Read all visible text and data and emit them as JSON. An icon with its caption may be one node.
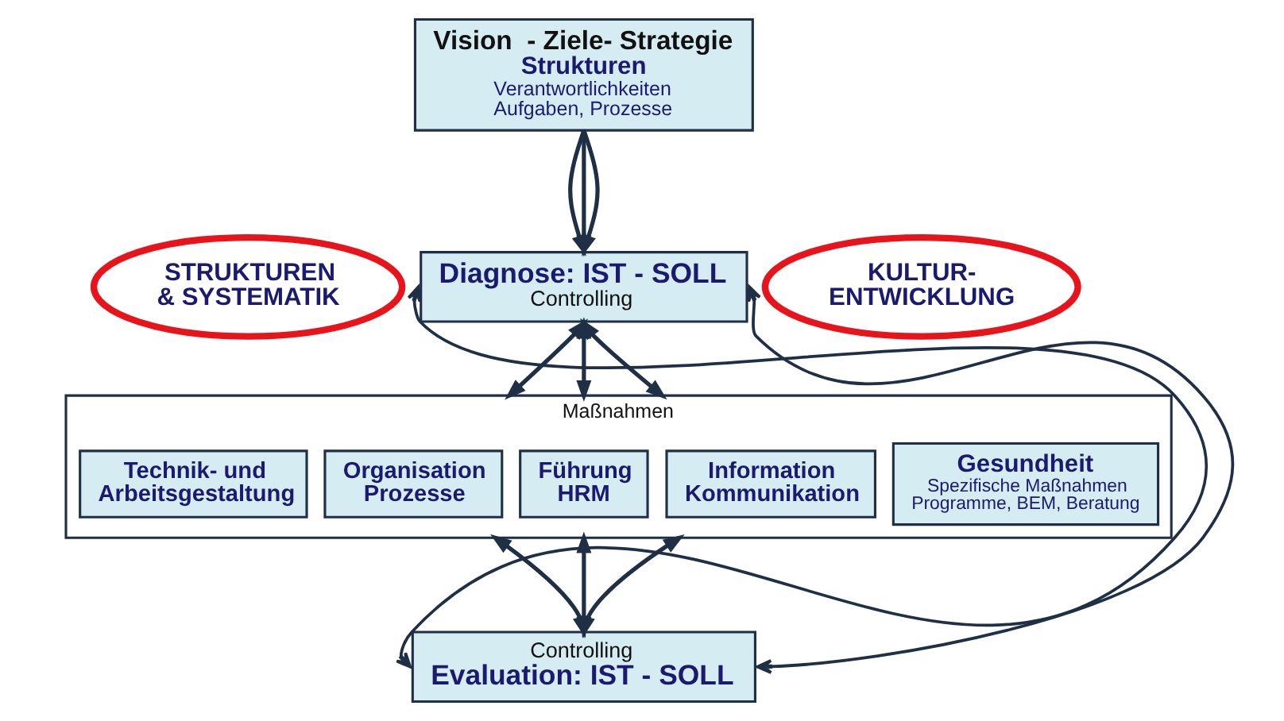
{
  "diagram": {
    "nodes": [
      {
        "text": [
          "Vision  - Ziele- Strategie",
          "Strukturen",
          "Verantwortlichkeiten Aufgaben, Prozesse"
        ]
      },
      {
        "text": [
          "STRUKTUREN & SYSTEMATIK"
        ]
      },
      {
        "text": [
          "KULTUR- ENTWICKLUNG"
        ]
      },
      {
        "text": [
          "Diagnose: IST - SOLL",
          "Controlling"
        ]
      },
      {
        "text": [
          "Maßnahmen"
        ]
      },
      {
        "text": [
          "Technik- und Arbeitsgestaltung"
        ],
        "in": 4
      },
      {
        "text": [
          "Organisation Prozesse"
        ],
        "in": 4
      },
      {
        "text": [
          "Führung HRM"
        ],
        "in": 4
      },
      {
        "text": [
          "Information Kommunikation"
        ],
        "in": 4
      },
      {
        "text": [
          "Gesundheit",
          "Spezifische Maßnahmen Programme, BEM, Beratung"
        ],
        "in": 4
      },
      {
        "text": [
          "Controlling",
          "Evaluation: IST - SOLL"
        ]
      }
    ],
    "edges": [
      {
        "from": 0,
        "to": 3,
        "arrow": "to"
      },
      {
        "from": 0,
        "to": 3,
        "arrow": "to"
      },
      {
        "from": 0,
        "to": 3,
        "arrow": "to"
      },
      {
        "from": 3,
        "to": 4,
        "arrow": "both"
      },
      {
        "from": 3,
        "to": 4,
        "arrow": "both"
      },
      {
        "from": 3,
        "to": 4,
        "arrow": "both"
      },
      {
        "from": 4,
        "to": 10,
        "arrow": "both"
      },
      {
        "from": 4,
        "to": 10,
        "arrow": "both"
      },
      {
        "from": 4,
        "to": 10,
        "arrow": "both"
      },
      {
        "from": 10,
        "to": 3,
        "arrow": "both"
      },
      {
        "from": 10,
        "to": 3,
        "arrow": "both"
      }
    ]
  }
}
